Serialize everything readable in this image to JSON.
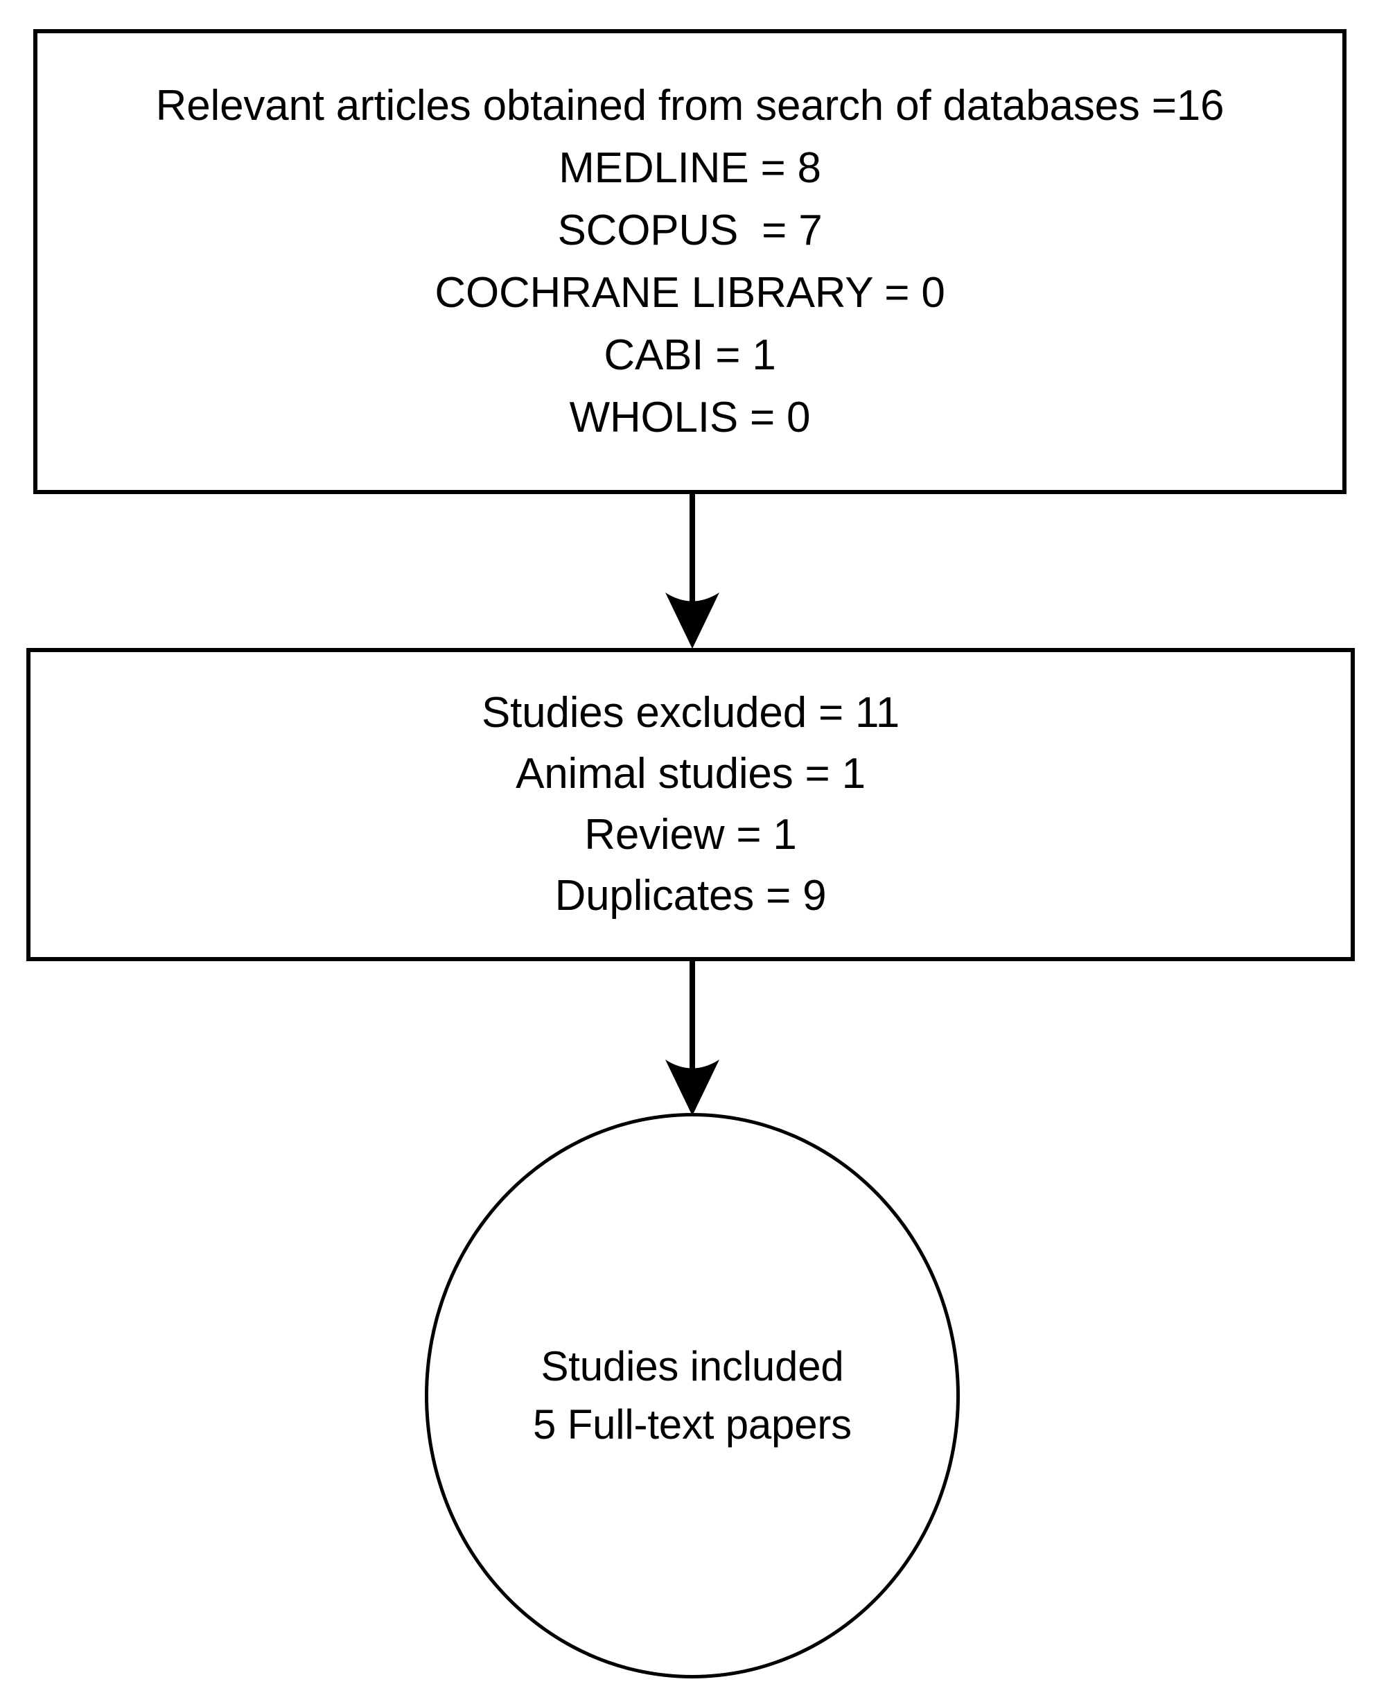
{
  "diagram": {
    "type": "flowchart",
    "title": "Study selection flow diagram",
    "orientation": "top-to-bottom",
    "background_color": "#ffffff",
    "line_color": "#000000",
    "text_color": "#000000"
  },
  "nodes": {
    "databases_box": {
      "shape": "rectangle",
      "lines": [
        "Relevant articles obtained from search of databases =16",
        "MEDLINE = 8",
        "SCOPUS  = 7",
        "COCHRANE LIBRARY = 0",
        "CABI = 1",
        "WHOLIS = 0"
      ]
    },
    "excluded_box": {
      "shape": "rectangle",
      "lines": [
        "Studies excluded = 11",
        "Animal studies = 1",
        "Review = 1",
        "Duplicates = 9"
      ]
    },
    "included_circle": {
      "shape": "ellipse",
      "lines": [
        "Studies included",
        "5 Full-text papers"
      ]
    }
  },
  "connectors": [
    {
      "name": "databases-to-excluded",
      "from": "databases_box",
      "to": "excluded_box",
      "style": "straight-arrow-down"
    },
    {
      "name": "excluded-to-included",
      "from": "excluded_box",
      "to": "included_circle",
      "style": "straight-arrow-down"
    }
  ],
  "chart_data": {
    "type": "table",
    "title": "Study selection counts",
    "categories": [
      "Relevant articles obtained from search of databases",
      "MEDLINE",
      "SCOPUS",
      "COCHRANE LIBRARY",
      "CABI",
      "WHOLIS",
      "Studies excluded",
      "Animal studies",
      "Review",
      "Duplicates",
      "Studies included (Full-text papers)"
    ],
    "values": [
      16,
      8,
      7,
      0,
      1,
      0,
      11,
      1,
      1,
      9,
      5
    ]
  }
}
